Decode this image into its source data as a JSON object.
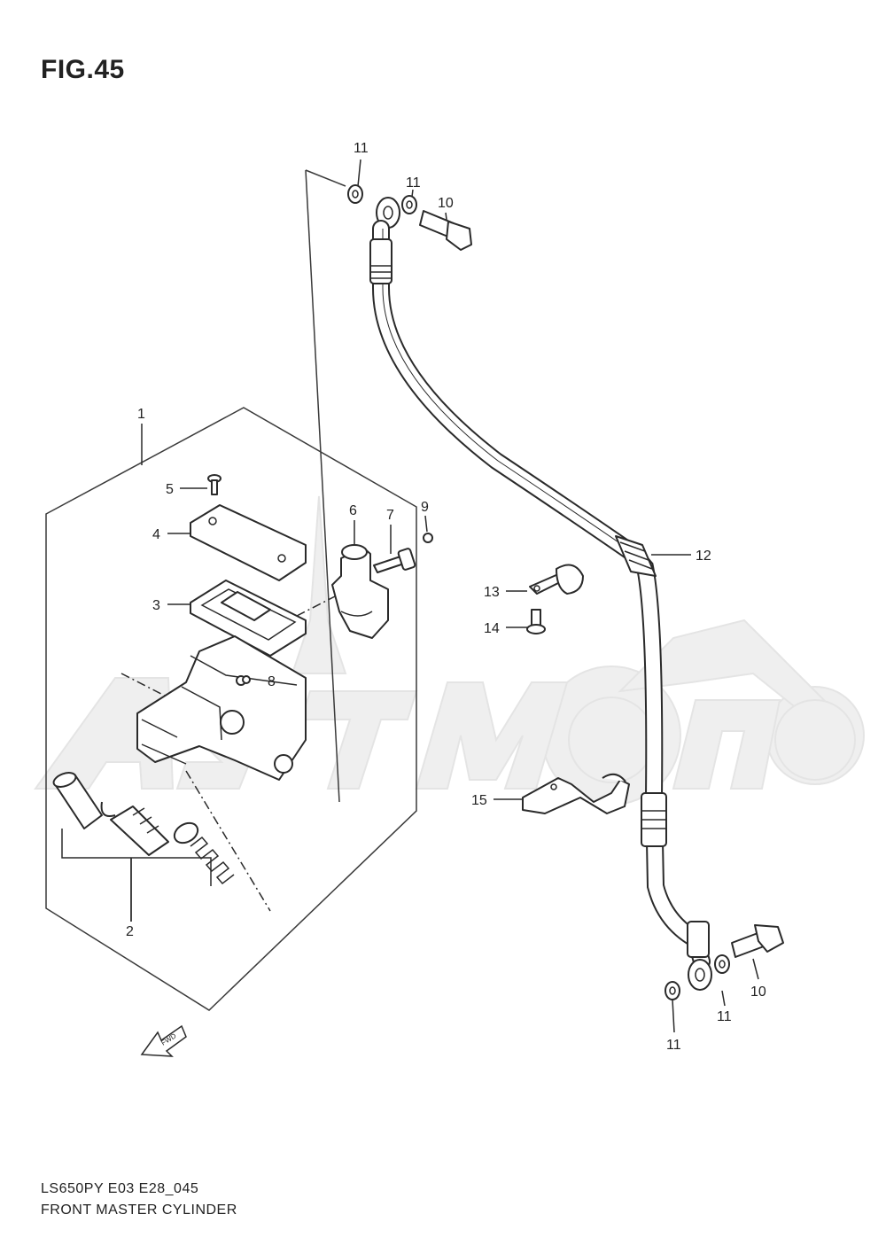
{
  "figure": {
    "title": "FIG.45",
    "model_code": "LS650PY  E03  E28_045",
    "name": "FRONT MASTER CYLINDER"
  },
  "callouts": {
    "c1": "1",
    "c2": "2",
    "c3": "3",
    "c4": "4",
    "c5": "5",
    "c6": "6",
    "c7": "7",
    "c8": "8",
    "c9": "9",
    "c10a": "10",
    "c10b": "10",
    "c11a": "11",
    "c11b": "11",
    "c11c": "11",
    "c11d": "11",
    "c12": "12",
    "c13": "13",
    "c14": "14",
    "c15": "15"
  },
  "direction_badge": "FWD"
}
